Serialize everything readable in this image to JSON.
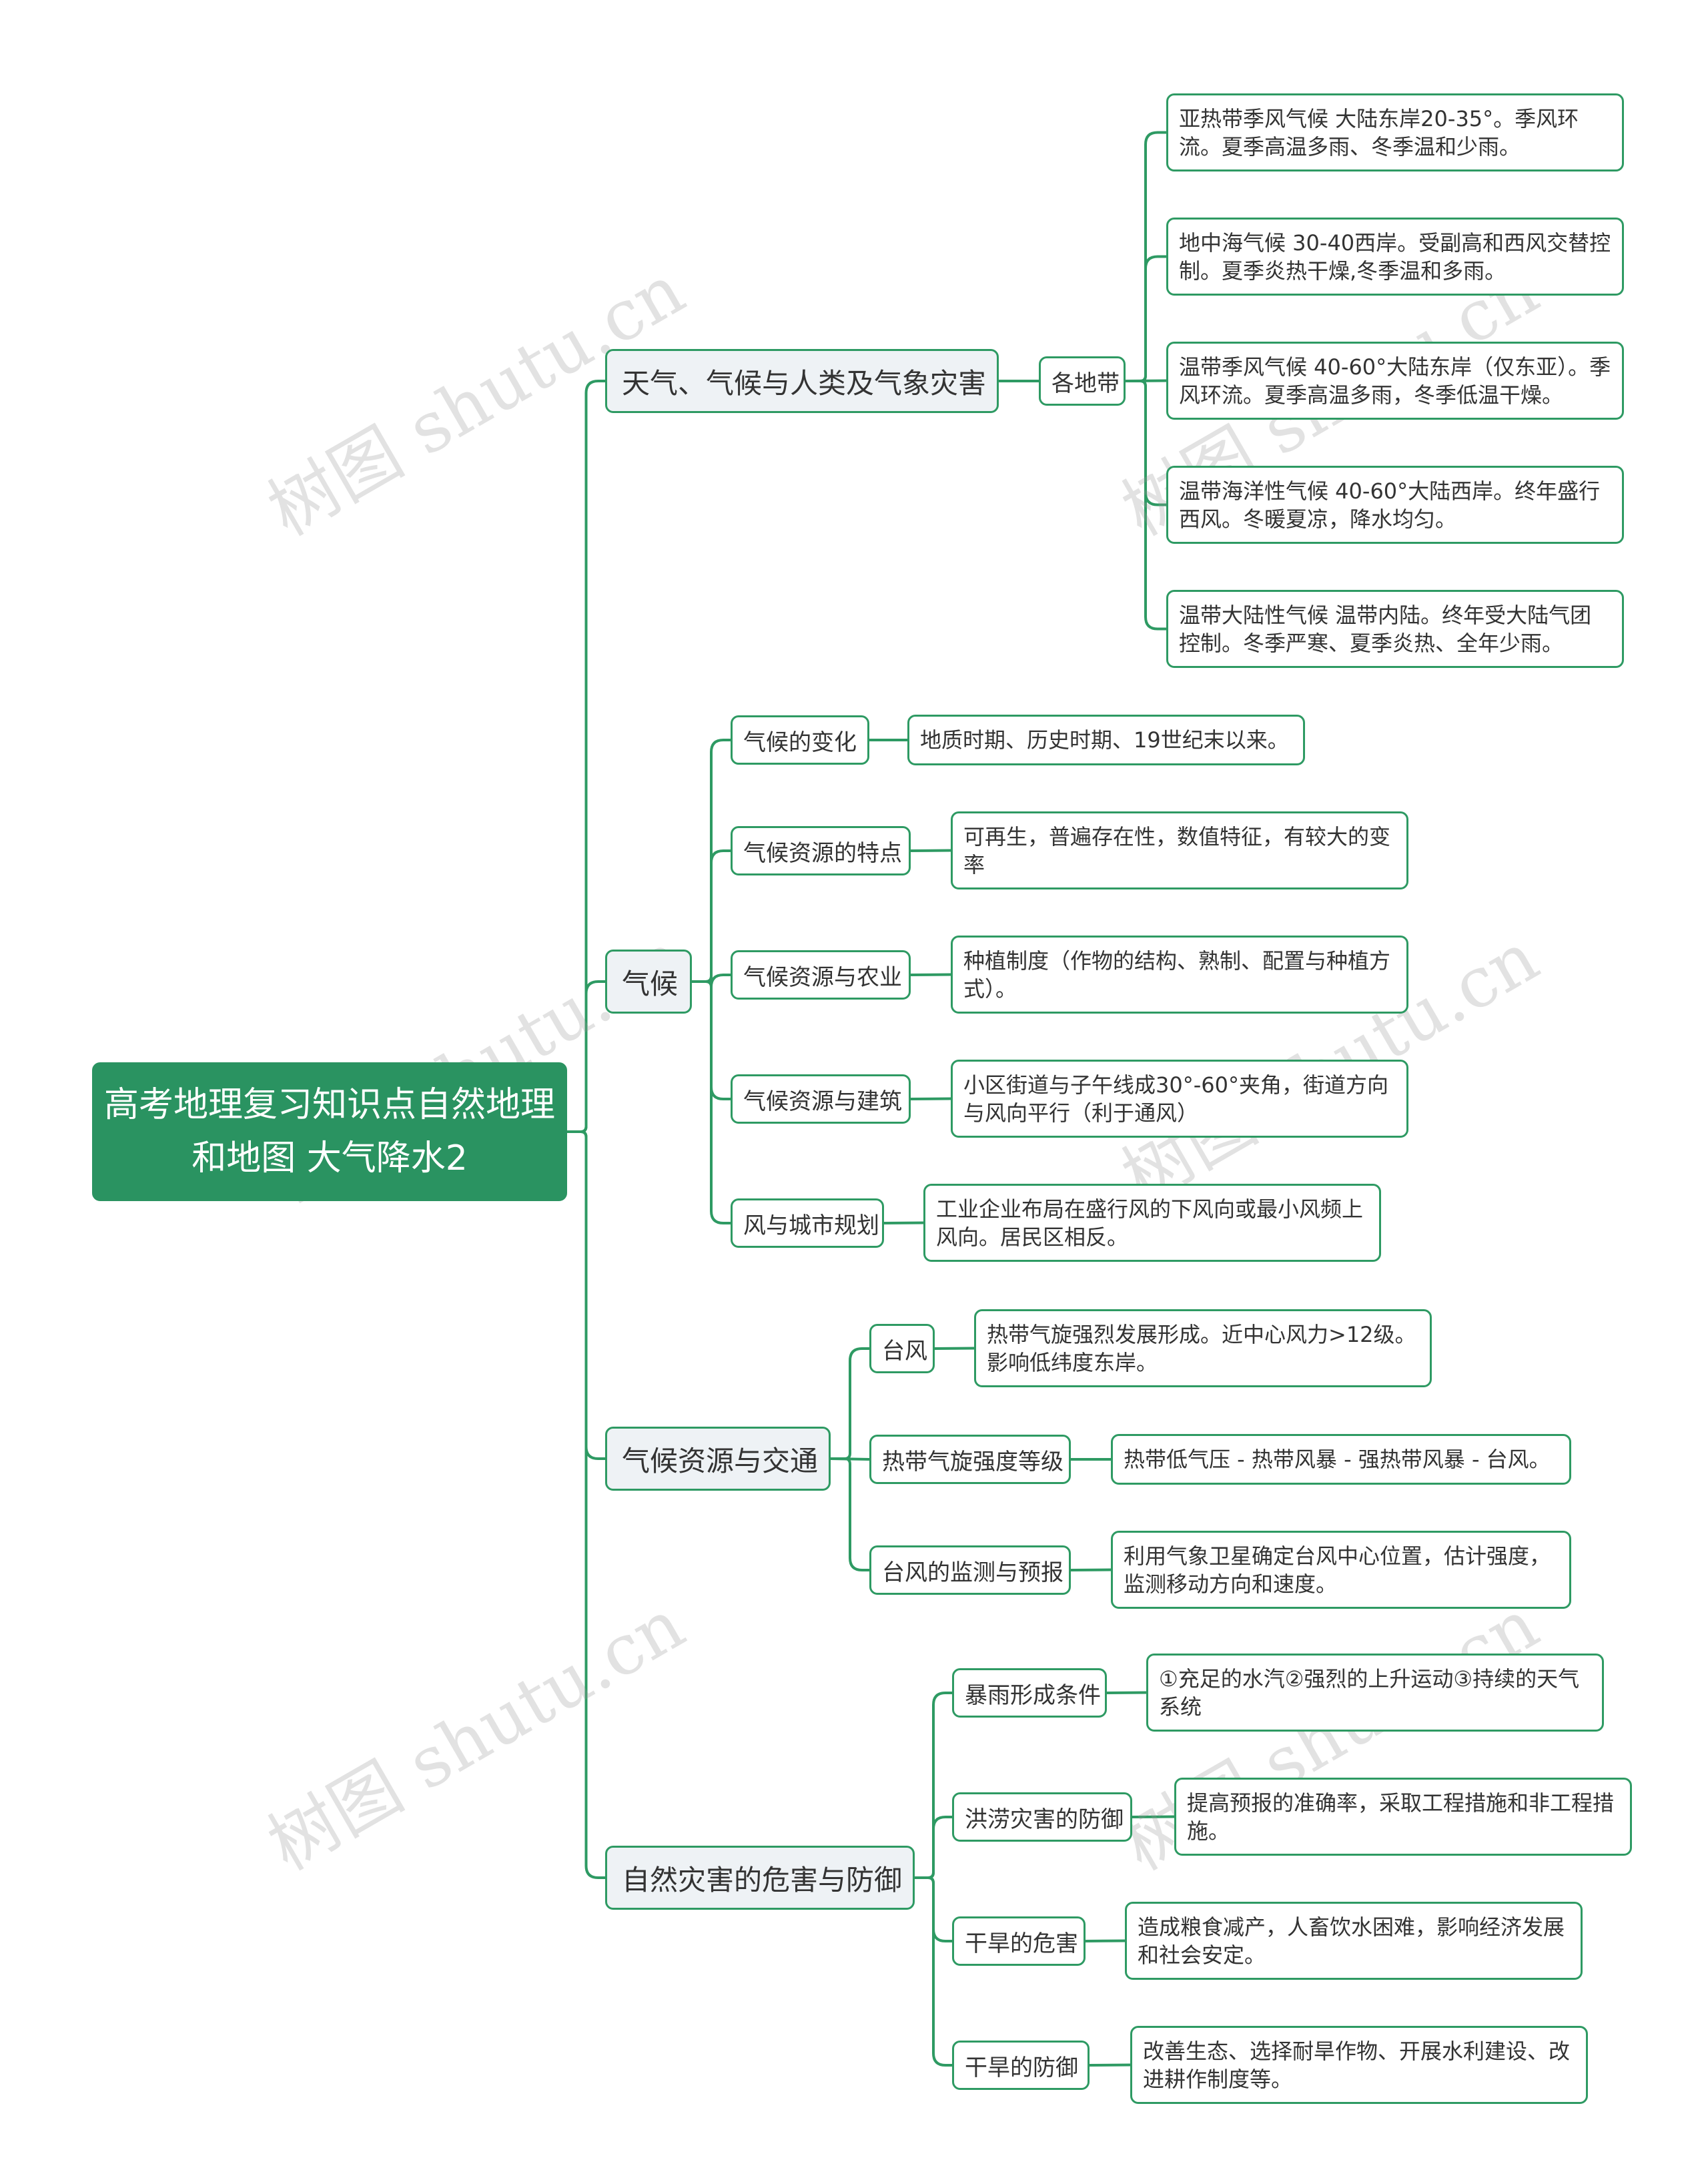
{
  "root": {
    "label": "高考地理复习知识点自然地理和地图 大气降水2"
  },
  "branches": [
    {
      "label": "天气、气候与人类及气象灾害",
      "children": [
        {
          "label": "各地带",
          "leaves": [
            "亚热带季风气候 大陆东岸20-35°。季风环流。夏季高温多雨、冬季温和少雨。",
            "地中海气候 30-40西岸。受副高和西风交替控制。夏季炎热干燥,冬季温和多雨。",
            "温带季风气候 40-60°大陆东岸（仅东亚）。季风环流。夏季高温多雨，冬季低温干燥。",
            "温带海洋性气候 40-60°大陆西岸。终年盛行西风。冬暖夏凉，降水均匀。",
            "温带大陆性气候 温带内陆。终年受大陆气团控制。冬季严寒、夏季炎热、全年少雨。"
          ]
        }
      ]
    },
    {
      "label": "气候",
      "children": [
        {
          "label": "气候的变化",
          "leaves": [
            "地质时期、历史时期、19世纪末以来。"
          ]
        },
        {
          "label": "气候资源的特点",
          "leaves": [
            "可再生，普遍存在性，数值特征，有较大的变率"
          ]
        },
        {
          "label": "气候资源与农业",
          "leaves": [
            " 种植制度（作物的结构、熟制、配置与种植方式）。"
          ]
        },
        {
          "label": "气候资源与建筑",
          "leaves": [
            "小区街道与子午线成30°-60°夹角，街道方向与风向平行（利于通风）"
          ]
        },
        {
          "label": "风与城市规划",
          "leaves": [
            "工业企业布局在盛行风的下风向或最小风频上风向。居民区相反。"
          ]
        }
      ]
    },
    {
      "label": "气候资源与交通",
      "children": [
        {
          "label": "台风",
          "leaves": [
            " 热带气旋强烈发展形成。近中心风力>12级。影响低纬度东岸。"
          ]
        },
        {
          "label": "热带气旋强度等级",
          "leaves": [
            "热带低气压 - 热带风暴 - 强热带风暴 - 台风。"
          ]
        },
        {
          "label": "台风的监测与预报",
          "leaves": [
            " 利用气象卫星确定台风中心位置，估计强度，监测移动方向和速度。"
          ]
        }
      ]
    },
    {
      "label": "自然灾害的危害与防御",
      "children": [
        {
          "label": "暴雨形成条件",
          "leaves": [
            "①充足的水汽②强烈的上升运动③持续的天气系统"
          ]
        },
        {
          "label": "洪涝灾害的防御",
          "leaves": [
            " 提高预报的准确率，采取工程措施和非工程措施。"
          ]
        },
        {
          "label": "干旱的危害",
          "leaves": [
            "造成粮食减产，人畜饮水困难，影响经济发展和社会安定。"
          ]
        },
        {
          "label": "干旱的防御",
          "leaves": [
            "改善生态、选择耐旱作物、开展水利建设、改进耕作制度等。"
          ]
        }
      ]
    }
  ],
  "watermark": {
    "text": "树图 shutu.cn"
  },
  "colors": {
    "line": "#2e9a63",
    "root_fill": "#2a9361",
    "branch_fill": "#eef2f5"
  }
}
